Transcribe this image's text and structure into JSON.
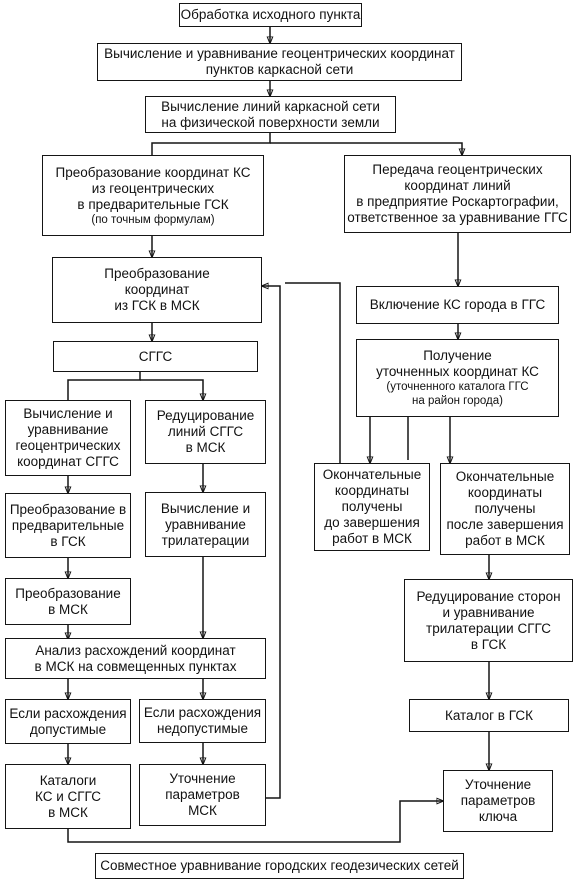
{
  "nodes": {
    "start": {
      "lines": [
        "Обработка исходного пункта"
      ]
    },
    "geocentric_adjust": {
      "lines": [
        "Вычисление и уравнивание геоцентрических координат",
        "пунктов каркасной сети"
      ]
    },
    "frame_lines": {
      "lines": [
        "Вычисление линий каркасной сети",
        "на физической поверхности земли"
      ]
    },
    "transform_prelim": {
      "lines": [
        "Преобразование координат КС",
        "из геоцентрических",
        "в предварительные ГСК"
      ],
      "note": "(по точным формулам)"
    },
    "transfer_roskart": {
      "lines": [
        "Передача геоцентрических",
        "координат линий",
        "в предприятие Роскартографии,",
        "ответственное за уравнивание ГГС"
      ]
    },
    "transform_gsk_msk": {
      "lines": [
        "Преобразование",
        "координат",
        "из ГСК в МСК"
      ]
    },
    "include_ks": {
      "lines": [
        "Включение КС города в ГГС"
      ]
    },
    "sggs": {
      "lines": [
        "СГГС"
      ]
    },
    "refined_coords": {
      "lines": [
        "Получение",
        "уточненных координат КС"
      ],
      "note_lines": [
        "(уточненного каталога ГГС",
        "на район города)"
      ]
    },
    "calc_geocentric_sggs": {
      "lines": [
        "Вычисление и",
        "уравнивание",
        "геоцентрических",
        "координат СГГС"
      ]
    },
    "reduce_lines": {
      "lines": [
        "Редуцирование",
        "линий СГГС",
        "в МСК"
      ]
    },
    "final_before": {
      "lines": [
        "Окончательные",
        "координаты",
        "получены",
        "до завершения",
        "работ в МСК"
      ]
    },
    "final_after": {
      "lines": [
        "Окончательные",
        "координаты",
        "получены",
        "после завершения",
        "работ в МСК"
      ]
    },
    "transform_prelim_gsk": {
      "lines": [
        "Преобразование в",
        "предварительные",
        "в ГСК"
      ]
    },
    "trilateration": {
      "lines": [
        "Вычисление и",
        "уравнивание",
        "трилатерации"
      ]
    },
    "reduce_sides": {
      "lines": [
        "Редуцирование сторон",
        "и уравнивание",
        "трилатерации СГГС",
        "в ГСК"
      ]
    },
    "transform_msk": {
      "lines": [
        "Преобразование",
        "в МСК"
      ]
    },
    "analysis": {
      "lines": [
        "Анализ расхождений координат",
        "в МСК на совмещенных пунктах"
      ]
    },
    "catalog_gsk": {
      "lines": [
        "Каталог в ГСК"
      ]
    },
    "if_acceptable": {
      "lines": [
        "Если расхождения",
        "допустимые"
      ]
    },
    "if_unacceptable": {
      "lines": [
        "Если расхождения",
        "недопустимые"
      ]
    },
    "catalogs": {
      "lines": [
        "Каталоги",
        "КС и СГГС",
        "в МСК"
      ]
    },
    "refine_msk": {
      "lines": [
        "Уточнение",
        "параметров",
        "МСК"
      ]
    },
    "refine_key": {
      "lines": [
        "Уточнение",
        "параметров",
        "ключа"
      ]
    },
    "joint_adjust": {
      "lines": [
        "Совместное уравнивание городских геодезических сетей"
      ]
    }
  }
}
